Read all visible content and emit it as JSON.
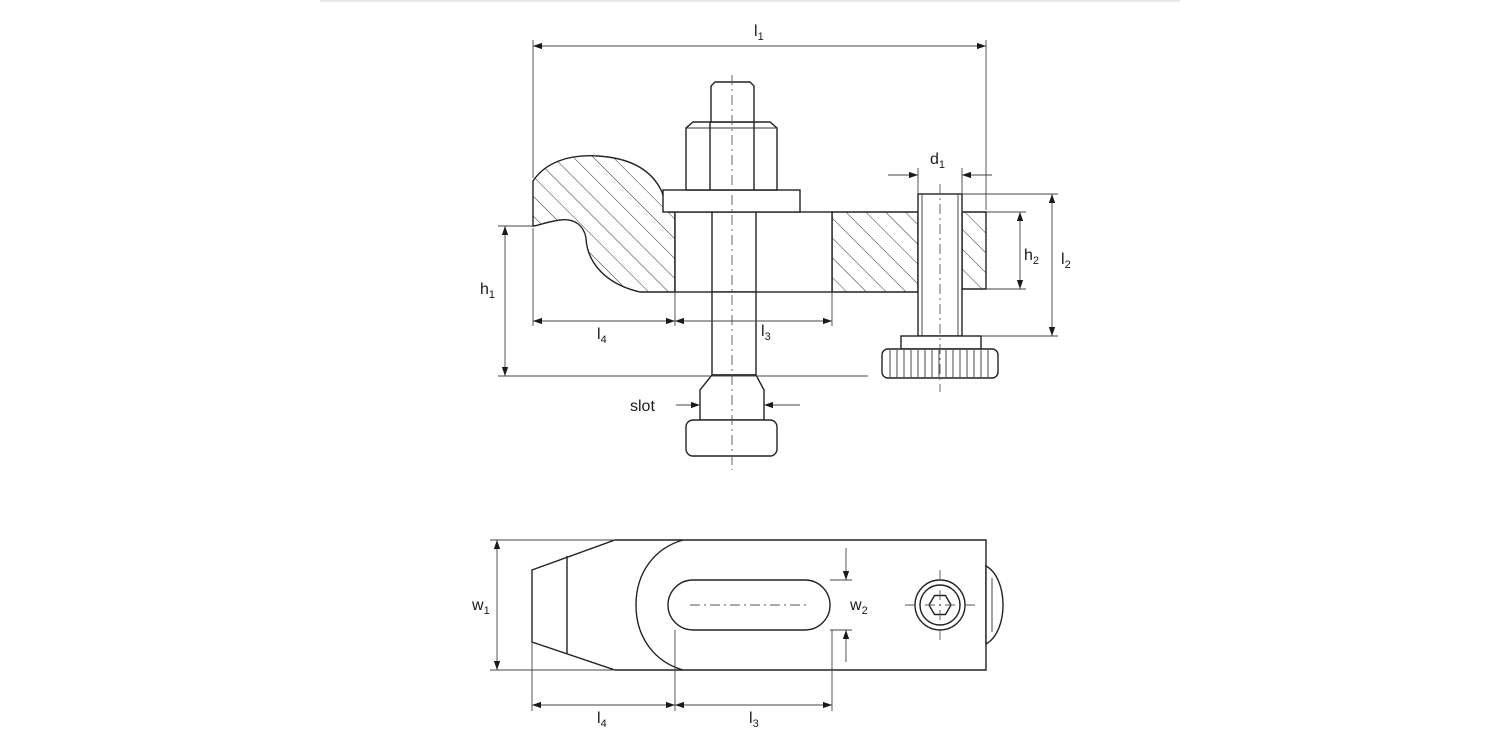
{
  "diagram": {
    "labels": {
      "l1": {
        "base": "l",
        "sub": "1"
      },
      "d1": {
        "base": "d",
        "sub": "1"
      },
      "h1": {
        "base": "h",
        "sub": "1"
      },
      "h2": {
        "base": "h",
        "sub": "2"
      },
      "l2": {
        "base": "l",
        "sub": "2"
      },
      "l4_top": {
        "base": "l",
        "sub": "4"
      },
      "l3_top": {
        "base": "l",
        "sub": "3"
      },
      "slot": "slot",
      "w1": {
        "base": "w",
        "sub": "1"
      },
      "w2": {
        "base": "w",
        "sub": "2"
      },
      "l4_bottom": {
        "base": "l",
        "sub": "4"
      },
      "l3_bottom": {
        "base": "l",
        "sub": "3"
      }
    },
    "colors": {
      "line": "#222222",
      "background": "#ffffff"
    }
  }
}
